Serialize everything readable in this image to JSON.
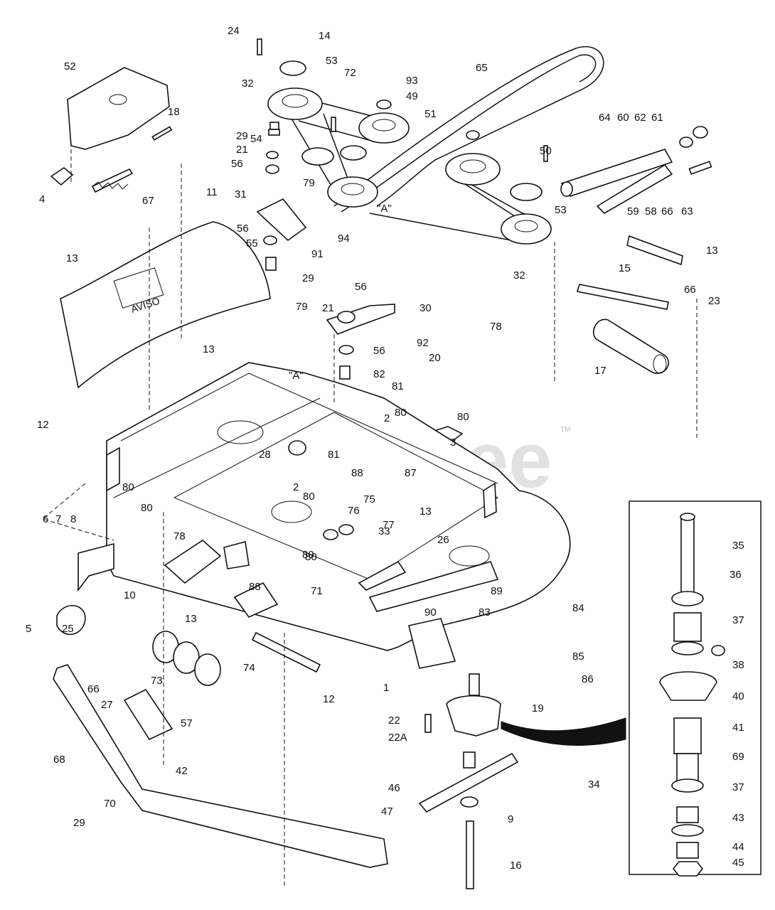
{
  "watermark": {
    "text": "PartsTree",
    "trademark": "TM"
  },
  "callout_a": "\"A\"",
  "labels": [
    "24",
    "14",
    "53",
    "72",
    "32",
    "93",
    "49",
    "51",
    "65",
    "52",
    "18",
    "29",
    "21",
    "56",
    "54",
    "79",
    "4",
    "67",
    "11",
    "31",
    "64",
    "60",
    "62",
    "61",
    "50",
    "63",
    "53",
    "59",
    "58",
    "66",
    "94",
    "32",
    "56",
    "55",
    "13",
    "13",
    "91",
    "29",
    "56",
    "21",
    "79",
    "30",
    "15",
    "66",
    "23",
    "92",
    "56",
    "78",
    "20",
    "17",
    "82",
    "13",
    "81",
    "12",
    "2",
    "80",
    "80",
    "3",
    "28",
    "81",
    "88",
    "87",
    "80",
    "2",
    "80",
    "80",
    "75",
    "76",
    "77",
    "13",
    "80",
    "6",
    "7",
    "8",
    "78",
    "33",
    "26",
    "71",
    "88",
    "80",
    "35",
    "10",
    "5",
    "25",
    "89",
    "36",
    "13",
    "90",
    "83",
    "84",
    "37",
    "74",
    "85",
    "86",
    "38",
    "1",
    "12",
    "66",
    "27",
    "73",
    "19",
    "40",
    "57",
    "22",
    "22A",
    "41",
    "68",
    "42",
    "69",
    "46",
    "34",
    "37",
    "47",
    "9",
    "43",
    "70",
    "29",
    "44",
    "45",
    "16"
  ]
}
